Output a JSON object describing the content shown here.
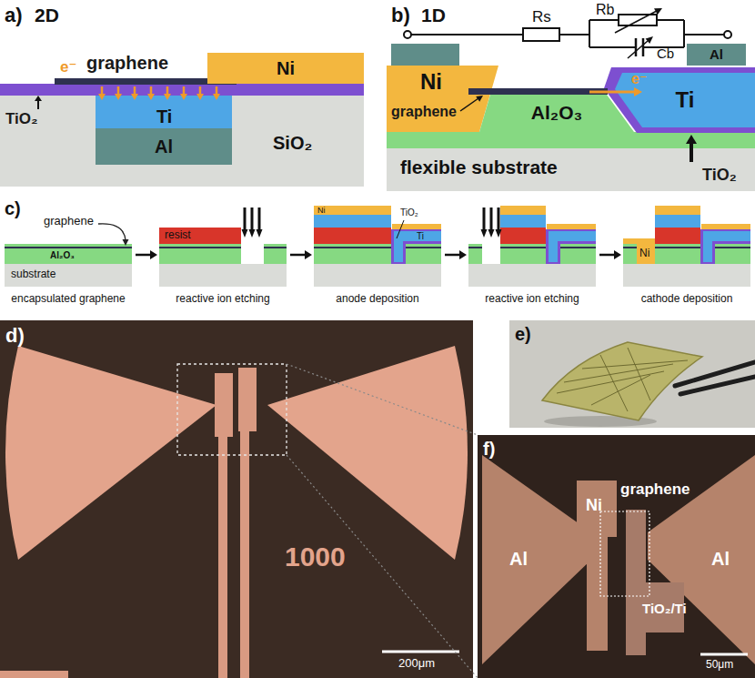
{
  "diagram": {
    "nodes": [
      {
        "text": [
          "Ni"
        ]
      },
      {
        "text": [
          "SiO₂"
        ]
      },
      {
        "text": [
          "Ti"
        ],
        "in": 1
      },
      {
        "text": [
          "Al"
        ],
        "in": 1
      },
      {
        "text": [
          "Ni"
        ]
      },
      {
        "text": [
          "Al₂O₃"
        ]
      },
      {
        "text": [
          "Ti"
        ]
      },
      {
        "text": [
          "Al"
        ]
      },
      {
        "text": [
          "flexible substrate"
        ]
      }
    ],
    "labels": [
      "a)",
      "2D",
      "graphene",
      "e⁻",
      "TiO₂",
      "b)",
      "1D",
      "Rs",
      "Rb",
      "Cb",
      "graphene",
      "e⁻",
      "TiO₂",
      "c)",
      "graphene",
      "Al₂O₃",
      "substrate",
      "encapsulated graphene",
      "resist",
      "reactive ion etching",
      "Ni",
      "TiO₂",
      "Ti",
      "anode deposition",
      "reactive ion etching",
      "Ni",
      "cathode deposition",
      "d)",
      "1000",
      "200μm",
      "e)",
      "f)",
      "Ni",
      "graphene",
      "Al",
      "Al",
      "TiO₂/Ti",
      "50μm"
    ]
  }
}
